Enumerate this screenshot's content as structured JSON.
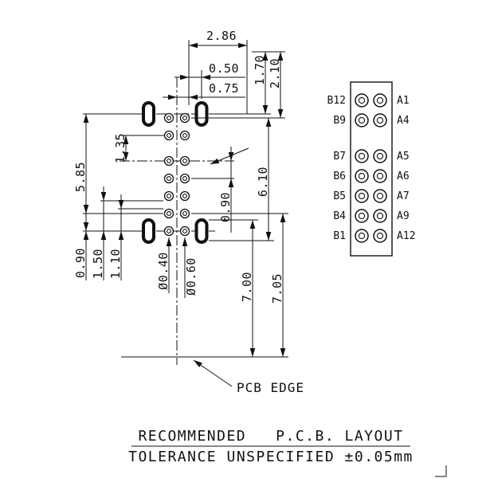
{
  "drawing": {
    "dims": {
      "w286": "2.86",
      "w050": "0.50",
      "w075": "0.75",
      "h170": "1.70",
      "h210": "2.10",
      "h585": "5.85",
      "h135": "1.35",
      "h090l": "0.90",
      "h150": "1.50",
      "h110": "1.10",
      "dia040": "Ø0.40",
      "dia060": "Ø0.60",
      "h090r": "0.90",
      "h610": "6.10",
      "h700": "7.00",
      "h705": "7.05"
    },
    "pcb_edge_label": "PCB EDGE"
  },
  "connector": {
    "left_pins": [
      "B12",
      "B9",
      "B7",
      "B6",
      "B5",
      "B4",
      "B1"
    ],
    "right_pins": [
      "A1",
      "A4",
      "A5",
      "A6",
      "A7",
      "A9",
      "A12"
    ]
  },
  "title_block": {
    "line1": "RECOMMENDED   P.C.B. LAYOUT",
    "line2": "TOLERANCE UNSPECIFIED ±0.05mm"
  },
  "colors": {
    "line": "#111111",
    "background": "#ffffff"
  }
}
